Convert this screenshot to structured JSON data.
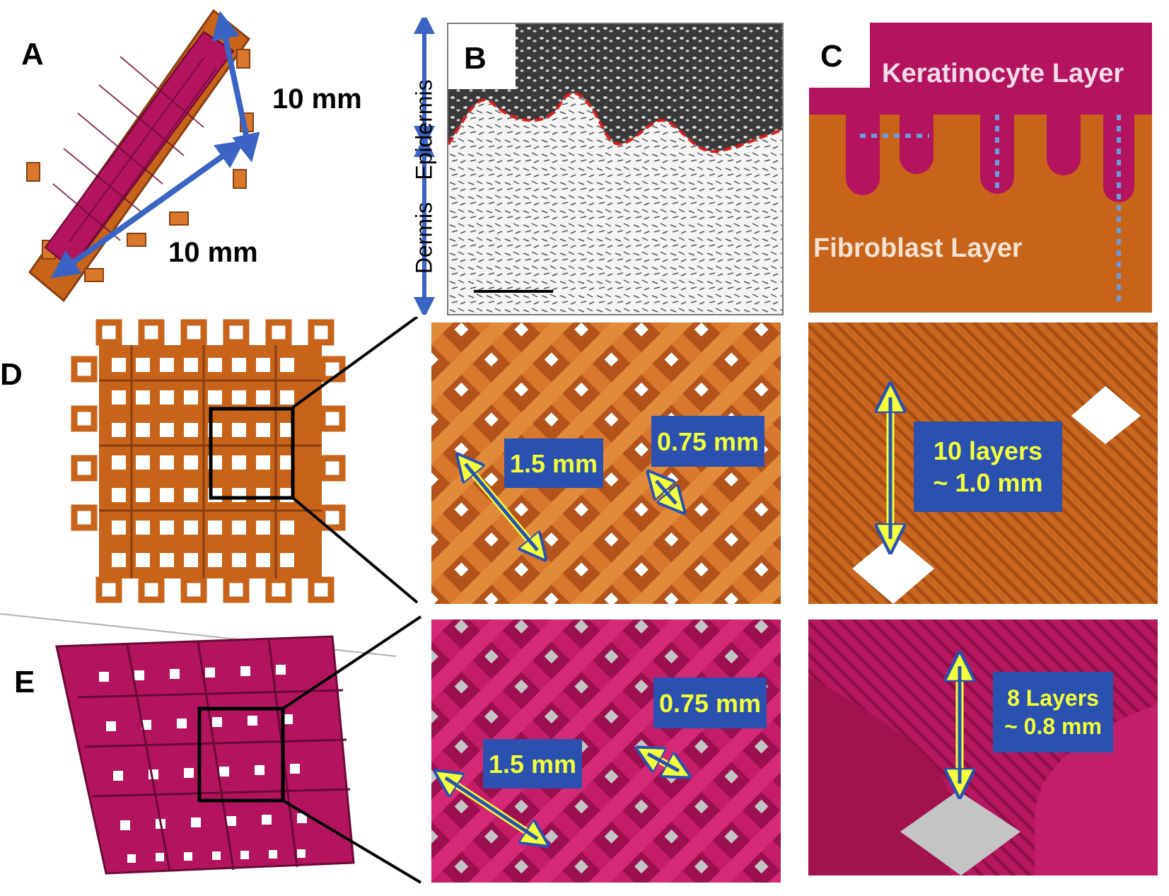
{
  "panels": {
    "a": {
      "letter": "A",
      "dim_vertical": "10 mm",
      "dim_horizontal": "10 mm"
    },
    "b": {
      "letter": "B",
      "label_epidermis": "Epidermis",
      "label_dermis": "Dermis"
    },
    "c": {
      "letter": "C",
      "keratinocyte": "Keratinocyte Layer",
      "fibroblast": "Fibroblast Layer"
    },
    "d": {
      "letter": "D",
      "zoom_spacing": "1.5 mm",
      "zoom_strut": "0.75 mm",
      "layers_line1": "10 layers",
      "layers_line2": "~ 1.0 mm"
    },
    "e": {
      "letter": "E",
      "zoom_spacing": "1.5 mm",
      "zoom_strut": "0.75 mm",
      "layers_line1": "8 Layers",
      "layers_line2": "~ 0.8 mm"
    }
  },
  "colors": {
    "fibroblast_orange": "#c8631a",
    "keratinocyte_magenta": "#b2155e",
    "measure_blue": "#2b50b0",
    "measure_yellow": "#f2ff3a",
    "boundary_red": "#d62020"
  }
}
